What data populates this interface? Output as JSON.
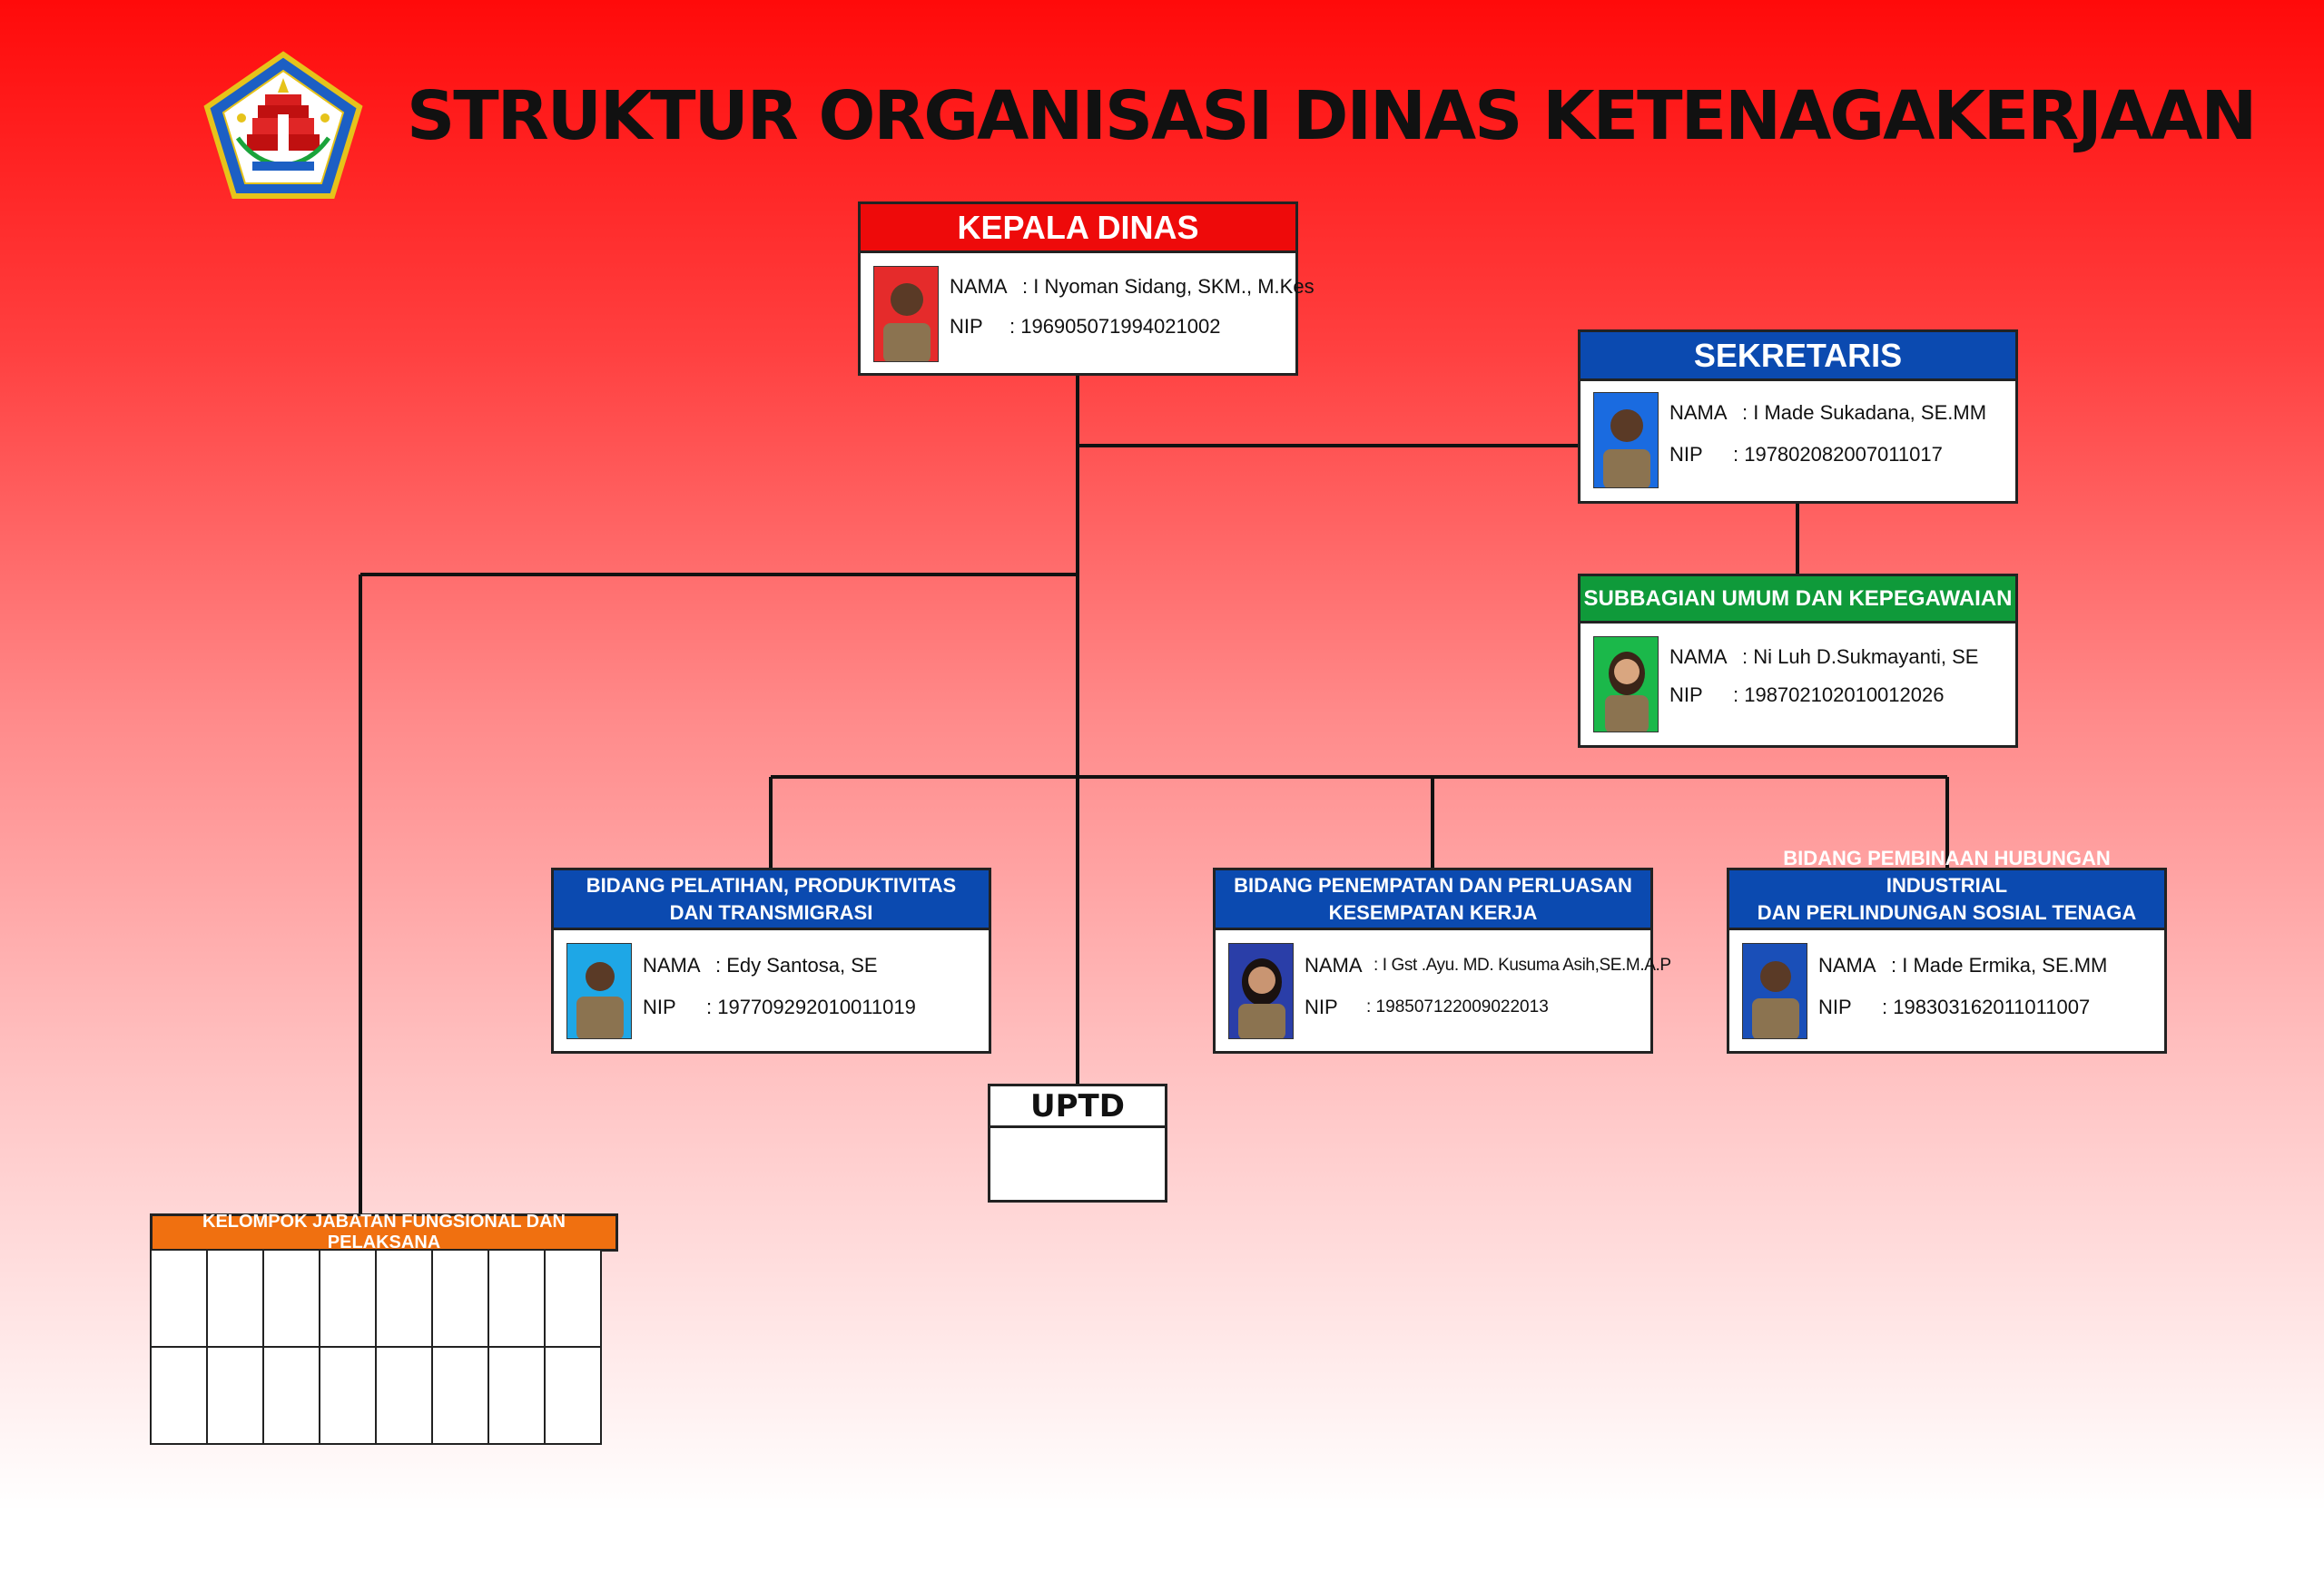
{
  "title": "STRUKTUR ORGANISASI DINAS KETENAGAKERJAAN",
  "colors": {
    "red_header": "#ee0a0a",
    "blue_header": "#0b4ab0",
    "green_header": "#0f9a3a",
    "orange_header": "#f07010"
  },
  "labels": {
    "nama": "NAMA",
    "nip": "NIP"
  },
  "kepala": {
    "header": "KEPALA DINAS",
    "nama": ": I Nyoman Sidang, SKM., M.Kes",
    "nip": ": 196905071994021002"
  },
  "sekretaris": {
    "header": "SEKRETARIS",
    "nama": ": I Made Sukadana, SE.MM",
    "nip": ": 197802082007011017"
  },
  "subbagian": {
    "header": "SUBBAGIAN UMUM DAN KEPEGAWAIAN",
    "nama": ": Ni Luh D.Sukmayanti, SE",
    "nip": ": 198702102010012026"
  },
  "bidang1": {
    "header": "BIDANG PELATIHAN, PRODUKTIVITAS\nDAN TRANSMIGRASI",
    "nama": ": Edy Santosa, SE",
    "nip": ": 197709292010011019"
  },
  "bidang2": {
    "header": "BIDANG PENEMPATAN DAN PERLUASAN\nKESEMPATAN KERJA",
    "nama": ": I Gst .Ayu. MD. Kusuma Asih,SE.M.A.P",
    "nip": ": 198507122009022013"
  },
  "bidang3": {
    "header": "BIDANG PEMBINAAN HUBUNGAN INDUSTRIAL\nDAN PERLINDUNGAN SOSIAL TENAGA KERJA",
    "nama": ": I Made Ermika, SE.MM",
    "nip": ": 198303162011011007"
  },
  "uptd": {
    "header": "UPTD"
  },
  "kelompok": {
    "header": "KELOMPOK JABATAN FUNGSIONAL DAN PELAKSANA"
  }
}
